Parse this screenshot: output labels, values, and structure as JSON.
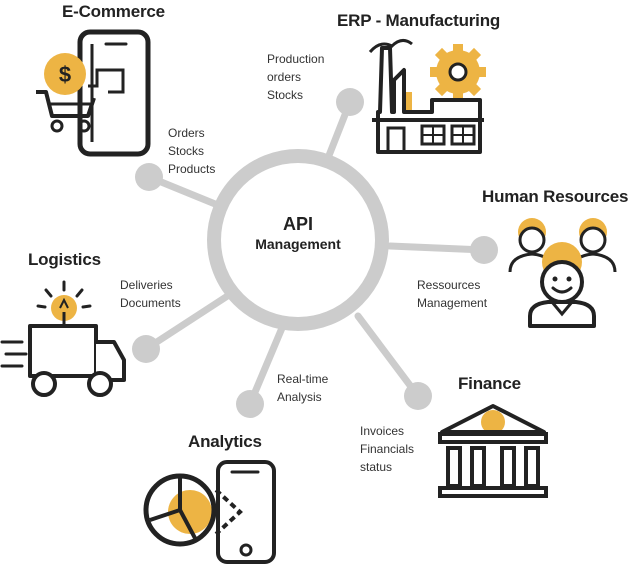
{
  "hub": {
    "line1": "API",
    "line2": "Management"
  },
  "colors": {
    "accent": "#EDB444",
    "dark": "#222222",
    "connector": "#CCCCCC"
  },
  "modules": {
    "ecommerce": {
      "title": "E-Commerce",
      "items": [
        "Orders",
        "Stocks",
        "Products"
      ],
      "icon": "shopping-phone-icon"
    },
    "erp": {
      "title": "ERP - Manufacturing",
      "items": [
        "Production",
        "orders",
        "Stocks"
      ],
      "icon": "factory-gear-icon"
    },
    "hr": {
      "title": "Human Resources",
      "items": [
        "Ressources",
        "Management"
      ],
      "icon": "people-icon"
    },
    "logistics": {
      "title": "Logistics",
      "items": [
        "Deliveries",
        "Documents"
      ],
      "icon": "delivery-truck-icon"
    },
    "analytics": {
      "title": "Analytics",
      "items": [
        "Real-time",
        "Analysis"
      ],
      "icon": "analytics-phone-icon"
    },
    "finance": {
      "title": "Finance",
      "items": [
        "Invoices",
        "Financials",
        "status"
      ],
      "icon": "bank-icon"
    }
  }
}
